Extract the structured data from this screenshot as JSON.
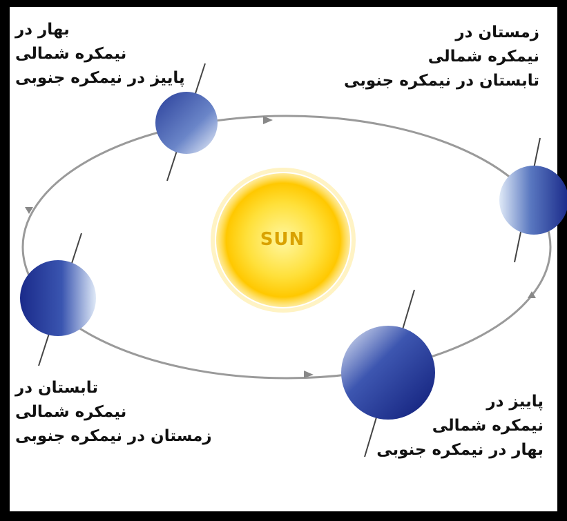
{
  "sun": {
    "label": "SUN",
    "color": "#ffd21a"
  },
  "captions": {
    "top_left": [
      "بهار در",
      "نیمکره شمالی",
      "پاییز در نیمکره جنوبی"
    ],
    "top_right": [
      "زمستان در",
      "نیمکره شمالی",
      "تابستان در نیمکره جنوبی"
    ],
    "bottom_left": [
      "تابستان در",
      "نیمکره شمالی",
      "زمستان در نیمکره جنوبی"
    ],
    "bottom_right": [
      "پاییز در",
      "نیمکره شمالی",
      "بهار در نیمکره جنوبی"
    ]
  },
  "colors": {
    "background": "#000000",
    "panel": "#ffffff",
    "orbit": "#999999",
    "planet_dark": "#1a2a8a",
    "planet_light": "#cfe0f5"
  }
}
